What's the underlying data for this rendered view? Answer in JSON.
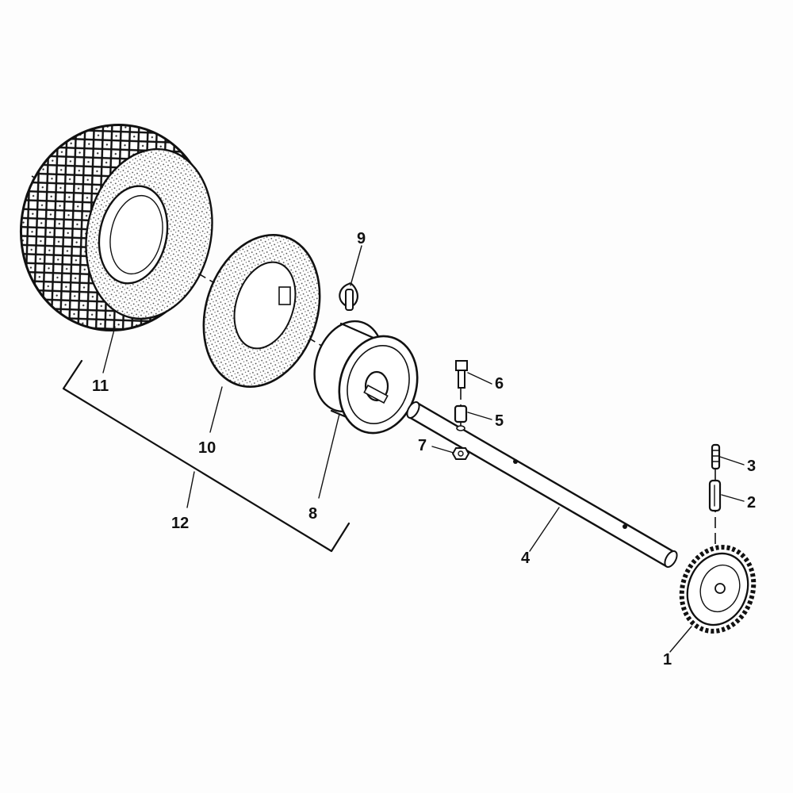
{
  "diagram": {
    "title": "",
    "colors": {
      "ink": "#111111",
      "paper": "#fdfdfd",
      "stipple": "#9a9a9a"
    },
    "parts": [
      {
        "id": "p1",
        "label": "1",
        "icon": "bevel-gear-icon"
      },
      {
        "id": "p2",
        "label": "2",
        "icon": "sleeve-icon"
      },
      {
        "id": "p3",
        "label": "3",
        "icon": "roll-pin-icon"
      },
      {
        "id": "p4",
        "label": "4",
        "icon": "axle-shaft-icon"
      },
      {
        "id": "p5",
        "label": "5",
        "icon": "spacer-icon"
      },
      {
        "id": "p6",
        "label": "6",
        "icon": "bolt-icon"
      },
      {
        "id": "p7",
        "label": "7",
        "icon": "nut-icon"
      },
      {
        "id": "p8",
        "label": "8",
        "icon": "wheel-rim-icon"
      },
      {
        "id": "p9",
        "label": "9",
        "icon": "linch-pin-icon"
      },
      {
        "id": "p10",
        "label": "10",
        "icon": "inner-tube-flap-icon"
      },
      {
        "id": "p11",
        "label": "11",
        "icon": "tire-icon"
      },
      {
        "id": "p12",
        "label": "12",
        "icon": "wheel-assembly-bracket-icon"
      }
    ]
  }
}
